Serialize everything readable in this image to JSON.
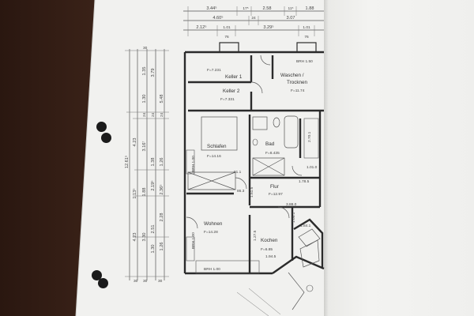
{
  "rooms": {
    "keller1": {
      "name": "Keller 1",
      "area": "F=7.231"
    },
    "keller2": {
      "name": "Keller 2",
      "area": "F=7.331"
    },
    "waschen": {
      "name_line1": "Waschen /",
      "name_line2": "Trocknen",
      "area": "F=11.74"
    },
    "schlafen": {
      "name": "Schlafen",
      "area": "F=14.16"
    },
    "bad": {
      "name": "Bad",
      "area": "F=8.435"
    },
    "flur": {
      "name": "Flur",
      "area": "F=12.97"
    },
    "wohnen": {
      "name": "Wohnen",
      "area": "F=14.28"
    },
    "kochen": {
      "name": "Kochen",
      "area": "F=6.85"
    }
  },
  "annotations": {
    "brh_top": "BRH 1.50",
    "brh_schlafen": "BRH 1.00",
    "brh_wohnen": "BRH 1.00",
    "brh_bottom": "BRH 1.00"
  },
  "dimensions_top": {
    "row1": [
      "3.44⁵",
      "17⁵",
      "2.58",
      "11⁵",
      "1.88"
    ],
    "row2": [
      "4.60⁵",
      "24",
      "3.07"
    ],
    "row3": [
      "2.12⁵",
      "1.01",
      "3.29⁵",
      "1.01"
    ],
    "row4": [
      "76",
      "76"
    ]
  },
  "dimensions_left": {
    "overall": "12.61⁵",
    "outer_col": [
      "5.48",
      "1.26",
      "2.28",
      "1.26"
    ],
    "mid_col": [
      "1.35",
      "1.30",
      "1.38",
      "2.19⁵",
      "2.51",
      "1.30"
    ],
    "inner_col": [
      "4.23",
      "1.13⁵",
      "4.23"
    ],
    "extra": [
      "3.79",
      "3.16⁷",
      "1.88",
      "2.36⁵",
      "3.30"
    ],
    "small": [
      "30",
      "24",
      "24",
      "24",
      "30",
      "30",
      "30"
    ]
  },
  "dimensions_inner": [
    "91.1",
    "86.3",
    "1.51.5",
    "1.78.5",
    "1.01.0",
    "3.88.0",
    "1.05.1",
    "2.70.1",
    "1.27.5",
    "1.94.5",
    "1.84.1"
  ],
  "colors": {
    "paper": "#f1f1ef",
    "ink": "#2b2b2b",
    "desk": "#3a2419"
  }
}
